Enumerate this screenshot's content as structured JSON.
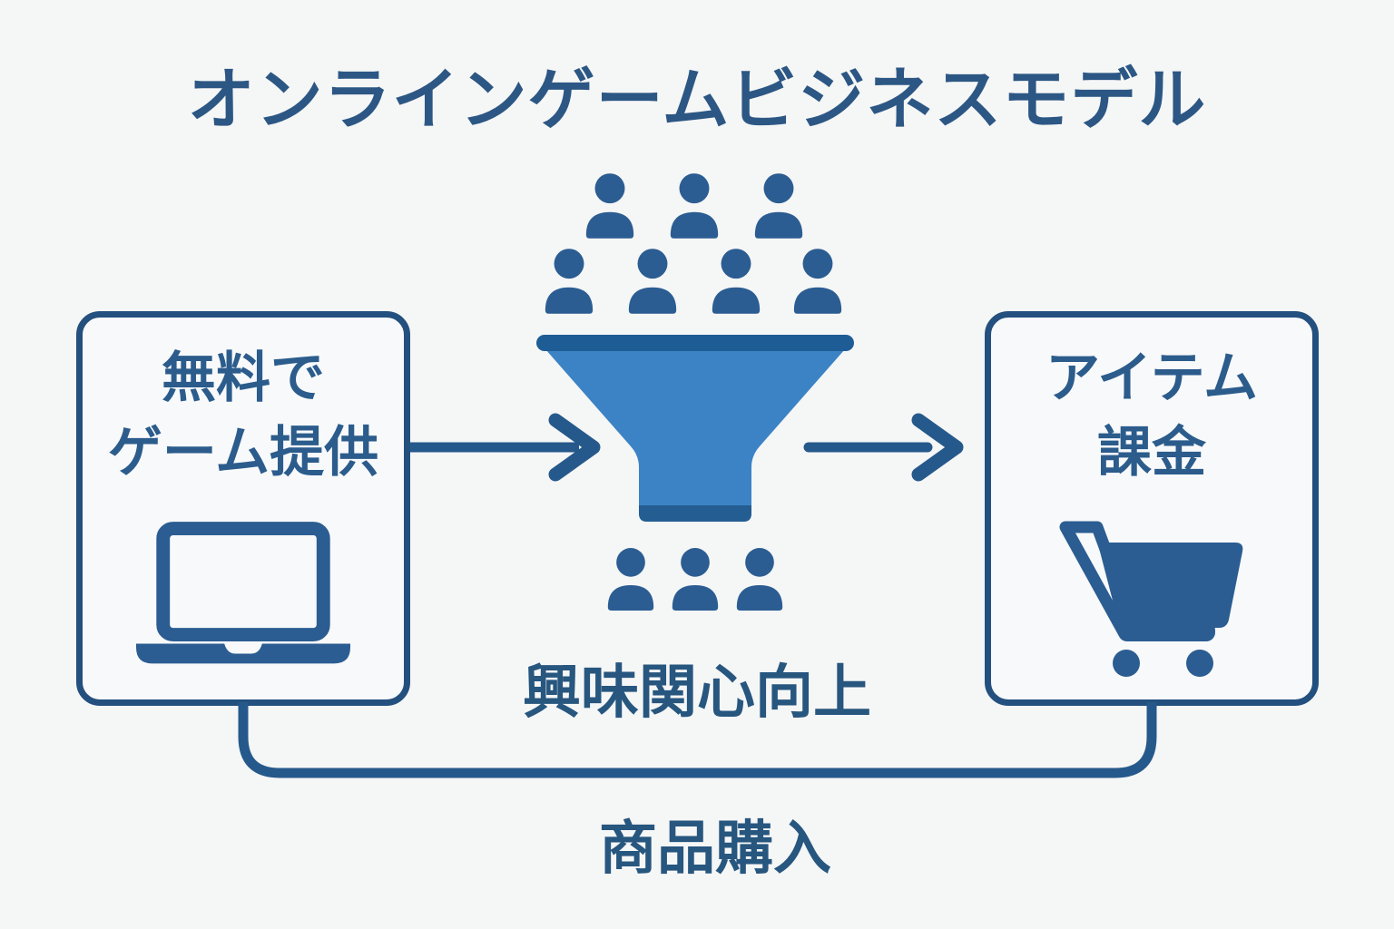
{
  "title": "オンラインゲームビジネスモデル",
  "colors": {
    "background": "#f5f6f6",
    "ink_text": "#2b5b8a",
    "box_border": "#23507e",
    "icon_blue": "#2b5d92",
    "arrow_blue": "#26598b",
    "funnel_body": "#3c83c5",
    "funnel_dark": "#1e5c95"
  },
  "nodes": {
    "free_game": {
      "line1": "無料で",
      "line2": "ゲーム提供",
      "icon": "laptop-icon"
    },
    "item_billing": {
      "line1": "アイテム",
      "line2": "課金",
      "icon": "shopping-cart-icon"
    }
  },
  "funnel": {
    "label": "興味関心向上",
    "icon": "funnel-icon",
    "people_above_row1": 3,
    "people_above_row2": 4,
    "people_below": 3
  },
  "flows": {
    "left_to_funnel": "arrow-right-icon",
    "funnel_to_right": "arrow-right-icon",
    "bottom_label": "商品購入"
  }
}
